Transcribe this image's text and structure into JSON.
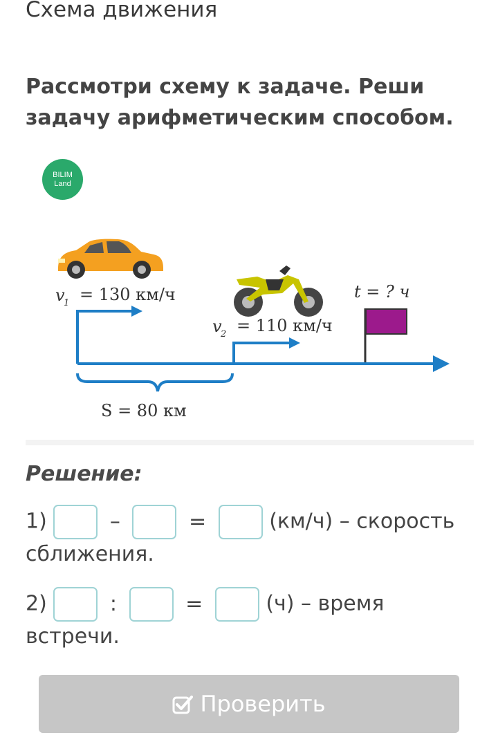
{
  "page": {
    "title": "Схема движения"
  },
  "task": {
    "text": "Рассмотри схему к задаче. Реши задачу арифметическим способом."
  },
  "logo": {
    "line1": "BILIM",
    "line2": "Land"
  },
  "diagram": {
    "v1_symbol": "v",
    "v1_index": "1",
    "v1_value": "= 130 км/ч",
    "v2_symbol": "v",
    "v2_index": "2",
    "v2_value": "= 110 км/ч",
    "t_label": "t = ? ч",
    "s_label": "S = 80 км",
    "colors": {
      "axis": "#1e7ec6",
      "flag": "#9c1a8c",
      "car": "#f4a020"
    }
  },
  "solution": {
    "title": "Решение:",
    "row1": {
      "num": "1)",
      "op1": "–",
      "eq": "=",
      "tail": "(км/ч) – скорость сближения."
    },
    "row2": {
      "num": "2)",
      "op1": ":",
      "eq": "=",
      "tail": "(ч) – время встречи."
    }
  },
  "submit": {
    "label": "Проверить",
    "icon": "check-square-icon"
  }
}
